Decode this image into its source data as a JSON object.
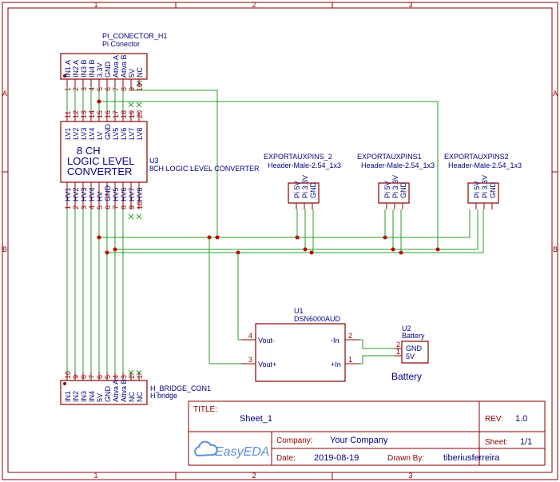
{
  "frame": {
    "columns": [
      "1",
      "2",
      "3"
    ],
    "rows": [
      "A",
      "B"
    ]
  },
  "components": {
    "pi_connector": {
      "designator": "PI_CONECTOR_H1",
      "value": "Pi Conector",
      "pins": [
        {
          "num": "1",
          "name": "IN1 A"
        },
        {
          "num": "2",
          "name": "IN2 A"
        },
        {
          "num": "3",
          "name": "IN3 B"
        },
        {
          "num": "4",
          "name": "IN4 B"
        },
        {
          "num": "5",
          "name": "3.3V"
        },
        {
          "num": "6",
          "name": "GND"
        },
        {
          "num": "7",
          "name": "Ativa A"
        },
        {
          "num": "8",
          "name": "Ativa B"
        },
        {
          "num": "9",
          "name": "5V"
        },
        {
          "num": "10",
          "name": "NC"
        }
      ]
    },
    "level_converter": {
      "designator": "U3",
      "value": "8CH LOGIC LEVEL CONVERTER",
      "body_text": [
        "8 CH",
        "LOGIC LEVEL",
        "CONVERTER"
      ],
      "top_pins": [
        {
          "num": "11",
          "name": "LV1"
        },
        {
          "num": "12",
          "name": "LV2"
        },
        {
          "num": "13",
          "name": "LV3"
        },
        {
          "num": "14",
          "name": "LV4"
        },
        {
          "num": "15",
          "name": "LV"
        },
        {
          "num": "16",
          "name": "GND"
        },
        {
          "num": "17",
          "name": "LV5"
        },
        {
          "num": "18",
          "name": "LV6"
        },
        {
          "num": "19",
          "name": "LV7"
        },
        {
          "num": "20",
          "name": "LV8"
        }
      ],
      "bottom_pins": [
        {
          "num": "1",
          "name": "HV1"
        },
        {
          "num": "2",
          "name": "HV2"
        },
        {
          "num": "3",
          "name": "HV3"
        },
        {
          "num": "4",
          "name": "HV4"
        },
        {
          "num": "5",
          "name": "HV"
        },
        {
          "num": "6",
          "name": "GND"
        },
        {
          "num": "7",
          "name": "HV5"
        },
        {
          "num": "8",
          "name": "HV6"
        },
        {
          "num": "9",
          "name": "HV7"
        },
        {
          "num": "10",
          "name": "HV8"
        }
      ]
    },
    "aux_headers": [
      {
        "designator": "EXPORTAUXPINS_2",
        "value": "Header-Male-2.54_1x3",
        "pins": [
          "Pi 5V",
          "Pi 3.3V",
          "GND"
        ]
      },
      {
        "designator": "EXPORTAUXPINS1",
        "value": "Header-Male-2.54_1x3",
        "pins": [
          "Pi 5V",
          "Pi 3.3V",
          "GND"
        ]
      },
      {
        "designator": "EXPORTAUXPINS2",
        "value": "Header-Male-2.54_1x3",
        "pins": [
          "Pi 5V",
          "Pi 3.3V",
          "GND"
        ]
      }
    ],
    "dc_converter": {
      "designator": "U1",
      "value": "DSN6000AUD",
      "pins": [
        {
          "num": "4",
          "name": "Vout-"
        },
        {
          "num": "3",
          "name": "Vout+"
        },
        {
          "num": "2",
          "name": "-In"
        },
        {
          "num": "1",
          "name": "+In"
        }
      ]
    },
    "battery": {
      "designator": "U2",
      "value": "Battery",
      "label": "Battery",
      "pins": [
        {
          "num": "2",
          "name": "GND"
        },
        {
          "num": "1",
          "name": "5V"
        }
      ]
    },
    "hbridge": {
      "designator": "H_BRIDGE_CON1",
      "value": "H bridge",
      "pins": [
        {
          "num": "10",
          "name": "IN1"
        },
        {
          "num": "9",
          "name": "IN2"
        },
        {
          "num": "8",
          "name": "IN3"
        },
        {
          "num": "7",
          "name": "IN4"
        },
        {
          "num": "6",
          "name": "5V"
        },
        {
          "num": "5",
          "name": "GND"
        },
        {
          "num": "4",
          "name": "Ativa A"
        },
        {
          "num": "3",
          "name": "Ativa B"
        },
        {
          "num": "2",
          "name": "NC"
        },
        {
          "num": "1",
          "name": "NC"
        }
      ]
    }
  },
  "title_block": {
    "title_label": "TITLE:",
    "title": "Sheet_1",
    "rev_label": "REV:",
    "rev": "1.0",
    "company_label": "Company:",
    "company": "Your Company",
    "sheet_label": "Sheet:",
    "sheet": "1/1",
    "date_label": "Date:",
    "date": "2019-08-19",
    "drawn_label": "Drawn By:",
    "drawn_by": "tiberiusferreira",
    "logo_text": "EasyEDA"
  },
  "colors": {
    "frame": "#8b0000",
    "wire": "#2a9d2a",
    "text": "#000080",
    "junction": "#c00000",
    "logo": "#5b8fd6"
  }
}
